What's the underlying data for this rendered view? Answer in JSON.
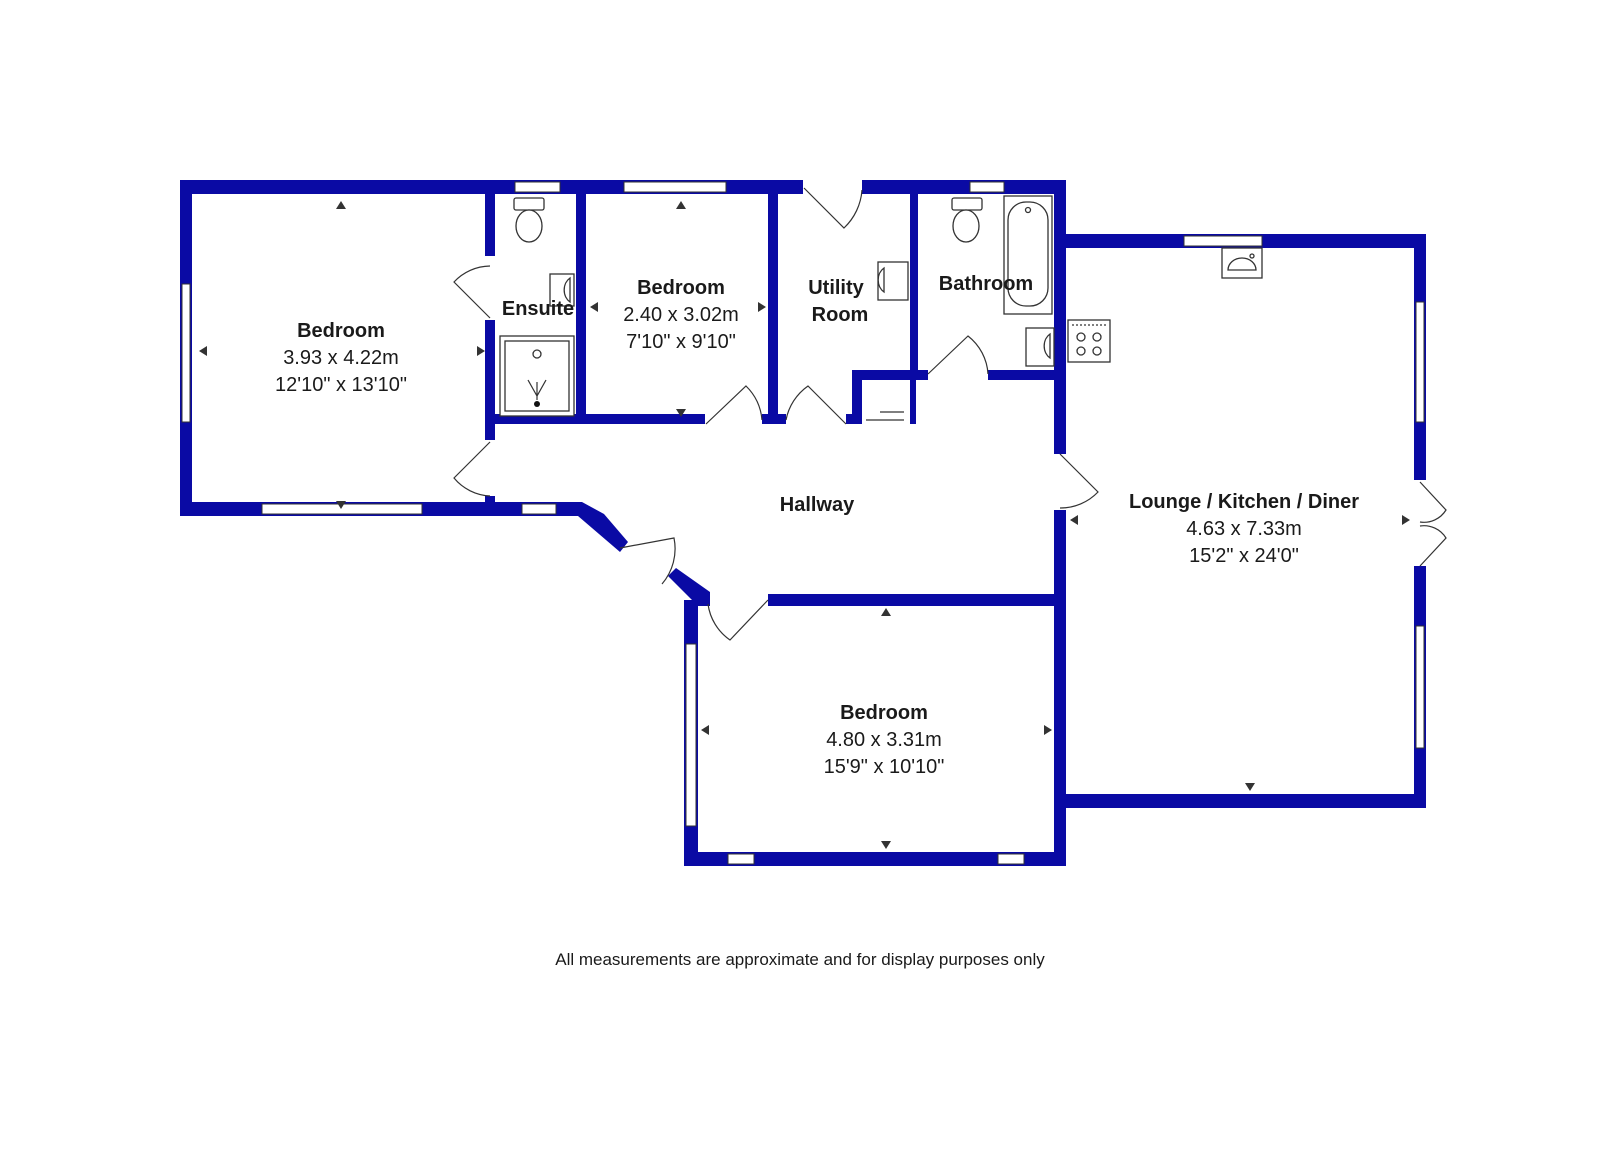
{
  "rooms": {
    "bedroom_west": {
      "name": "Bedroom",
      "metric": "3.93 x 4.22m",
      "imperial": "12'10\" x 13'10\""
    },
    "ensuite": {
      "name": "Ensuite"
    },
    "bedroom_small": {
      "name": "Bedroom",
      "metric": "2.40 x 3.02m",
      "imperial": "7'10\" x 9'10\""
    },
    "utility": {
      "name_line1": "Utility",
      "name_line2": "Room"
    },
    "bathroom": {
      "name": "Bathroom"
    },
    "lounge": {
      "name": "Lounge / Kitchen / Diner",
      "metric": "4.63 x 7.33m",
      "imperial": "15'2\" x 24'0\""
    },
    "hallway": {
      "name": "Hallway"
    },
    "bedroom_south": {
      "name": "Bedroom",
      "metric": "4.80 x 3.31m",
      "imperial": "15'9\" x 10'10\""
    }
  },
  "disclaimer": "All measurements are approximate and for display purposes only",
  "colors": {
    "wall": "#0a0aa4",
    "fixture_line": "#333333"
  }
}
